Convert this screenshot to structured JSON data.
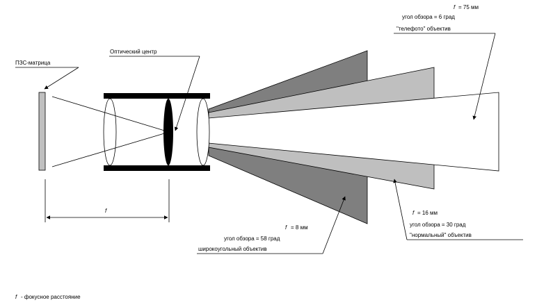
{
  "labels": {
    "ccd": "ПЗС-матрица",
    "optical_center": "Оптический центр",
    "f_letter": "f",
    "tele_focal": "= 75 мм",
    "tele_angle": "угол обзора = 6 град",
    "tele_name": "\"телефото\" объектив",
    "normal_focal": "= 16 мм",
    "normal_angle": "угол обзора = 30 град",
    "normal_name": "\"нормальный\" объектив",
    "wide_focal": "= 8 мм",
    "wide_angle": "угол обзора = 58 град",
    "wide_name": "широкоугольный объектив",
    "legend_text": "- фокусное расстояние"
  },
  "colors": {
    "wide_cone": "#7f7f7f",
    "normal_cone": "#bfbfbf",
    "tele_cone": "#ffffff",
    "lens_dark": "#000000",
    "sensor": "#c0c0c0"
  }
}
